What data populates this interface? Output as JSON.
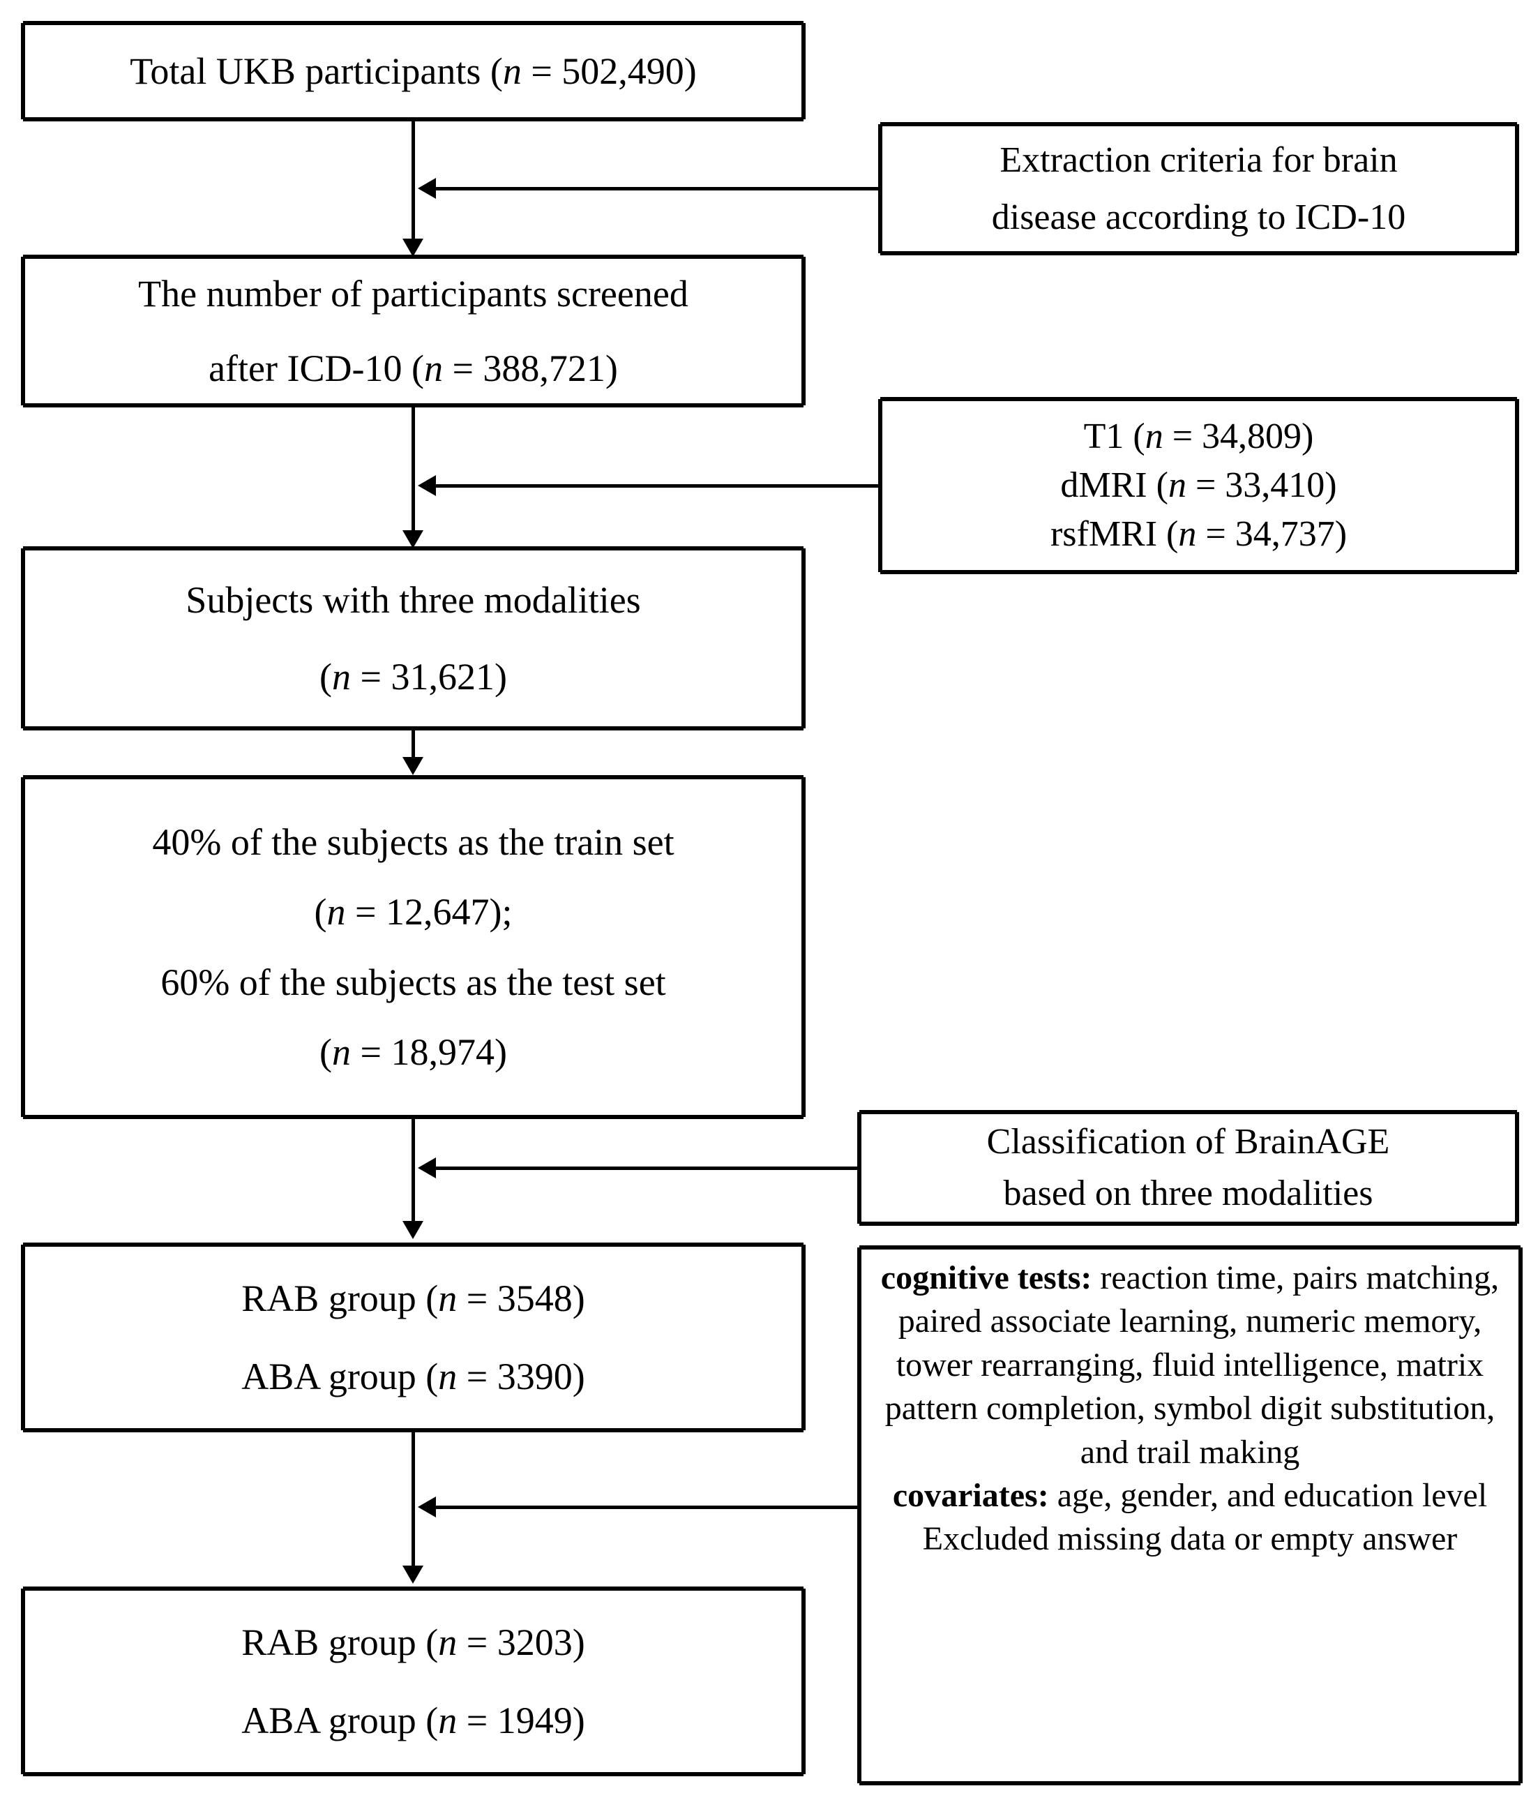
{
  "figure": {
    "type": "flowchart",
    "title": "UK Biobank participant selection flow diagram",
    "orientation": "top-to-bottom",
    "colors": {
      "background": "#ffffff",
      "line": "#000000",
      "text": "#000000"
    }
  },
  "main_flow": [
    {
      "id": "total-participants",
      "lines": [
        "Total UKB participants (n = 502,490)"
      ]
    },
    {
      "id": "screened-icd10",
      "lines": [
        "The number of participants screened",
        "after ICD-10 (n = 388,721)"
      ]
    },
    {
      "id": "three-modalities",
      "lines": [
        "Subjects with three modalities",
        "(n = 31,621)"
      ]
    },
    {
      "id": "train-test-split",
      "lines": [
        "40% of the subjects as the train set",
        "(n = 12,647);",
        "60% of the subjects as the test set",
        "(n = 18,974)"
      ]
    },
    {
      "id": "groups-initial",
      "lines": [
        "RAB group (n = 3548)",
        "ABA group (n = 3390)"
      ]
    },
    {
      "id": "groups-final",
      "lines": [
        "RAB group (n = 3203)",
        "ABA group (n = 1949)"
      ]
    }
  ],
  "side_notes": [
    {
      "id": "icd10-criteria",
      "lines": [
        "Extraction criteria for brain",
        "disease according to ICD-10"
      ]
    },
    {
      "id": "modality-counts",
      "lines": [
        "T1 (n = 34,809)",
        "dMRI (n = 33,410)",
        "rsfMRI (n = 34,737)"
      ]
    },
    {
      "id": "brainage-classification",
      "lines": [
        "Classification of BrainAGE",
        "based on three modalities"
      ]
    },
    {
      "id": "cognitive-covariates",
      "cognitive_label": "cognitive tests:",
      "cognitive_text": " reaction time, pairs matching, paired associate learning, numeric memory, tower rearranging, fluid intelligence, matrix pattern completion, symbol digit substitution, and trail making",
      "covariates_label": "covariates:",
      "covariates_text": " age, gender, and education level",
      "exclusion_text": "Excluded missing data or empty answer"
    }
  ],
  "counts": {
    "total_ukb_participants": 502490,
    "screened_after_icd10": 388721,
    "t1": 34809,
    "dmri": 33410,
    "rsfmri": 34737,
    "three_modalities": 31621,
    "train_set": 12647,
    "test_set": 18974,
    "train_pct": "40%",
    "test_pct": "60%",
    "rab_initial": 3548,
    "aba_initial": 3390,
    "rab_final": 3203,
    "aba_final": 1949
  }
}
